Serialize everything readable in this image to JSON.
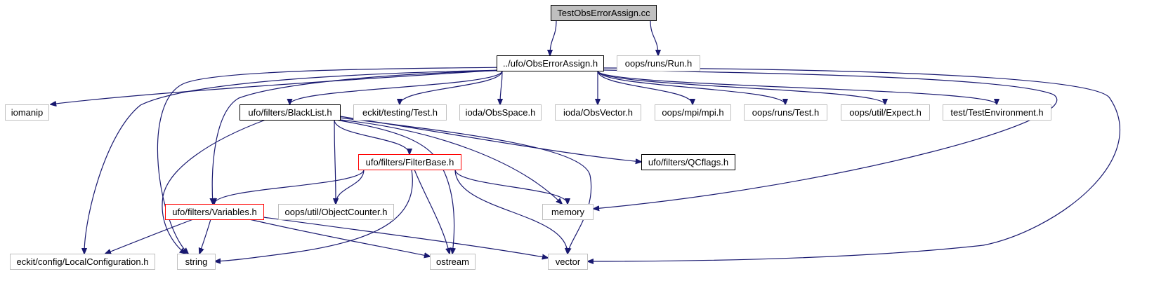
{
  "colors": {
    "edge": "#191970",
    "root_fill": "#bfbfbf",
    "documented_border": "#000000",
    "undocumented_border": "#bfbfbf",
    "incomplete_border": "#ff0000"
  },
  "nodes": [
    {
      "id": "root",
      "label": "TestObsErrorAssign.cc",
      "style": "root"
    },
    {
      "id": "obserrorassign",
      "label": "../ufo/ObsErrorAssign.h",
      "style": "documented"
    },
    {
      "id": "runs_run",
      "label": "oops/runs/Run.h",
      "style": "undocumented"
    },
    {
      "id": "iomanip",
      "label": "iomanip",
      "style": "undocumented"
    },
    {
      "id": "blacklist",
      "label": "ufo/filters/BlackList.h",
      "style": "documented"
    },
    {
      "id": "eckit_test",
      "label": "eckit/testing/Test.h",
      "style": "undocumented"
    },
    {
      "id": "obsspace",
      "label": "ioda/ObsSpace.h",
      "style": "undocumented"
    },
    {
      "id": "obsvector",
      "label": "ioda/ObsVector.h",
      "style": "undocumented"
    },
    {
      "id": "mpi",
      "label": "oops/mpi/mpi.h",
      "style": "undocumented"
    },
    {
      "id": "runs_test",
      "label": "oops/runs/Test.h",
      "style": "undocumented"
    },
    {
      "id": "expect",
      "label": "oops/util/Expect.h",
      "style": "undocumented"
    },
    {
      "id": "testenv",
      "label": "test/TestEnvironment.h",
      "style": "undocumented"
    },
    {
      "id": "filterbase",
      "label": "ufo/filters/FilterBase.h",
      "style": "incomplete"
    },
    {
      "id": "qcflags",
      "label": "ufo/filters/QCflags.h",
      "style": "documented"
    },
    {
      "id": "variables",
      "label": "ufo/filters/Variables.h",
      "style": "incomplete"
    },
    {
      "id": "objcounter",
      "label": "oops/util/ObjectCounter.h",
      "style": "undocumented"
    },
    {
      "id": "memory",
      "label": "memory",
      "style": "undocumented"
    },
    {
      "id": "localconf",
      "label": "eckit/config/LocalConfiguration.h",
      "style": "undocumented"
    },
    {
      "id": "string",
      "label": "string",
      "style": "undocumented"
    },
    {
      "id": "ostream",
      "label": "ostream",
      "style": "undocumented"
    },
    {
      "id": "vector",
      "label": "vector",
      "style": "undocumented"
    }
  ],
  "edges": [
    [
      "root",
      "obserrorassign"
    ],
    [
      "root",
      "runs_run"
    ],
    [
      "obserrorassign",
      "iomanip"
    ],
    [
      "obserrorassign",
      "blacklist"
    ],
    [
      "obserrorassign",
      "eckit_test"
    ],
    [
      "obserrorassign",
      "obsspace"
    ],
    [
      "obserrorassign",
      "obsvector"
    ],
    [
      "obserrorassign",
      "mpi"
    ],
    [
      "obserrorassign",
      "runs_test"
    ],
    [
      "obserrorassign",
      "expect"
    ],
    [
      "obserrorassign",
      "testenv"
    ],
    [
      "obserrorassign",
      "localconf"
    ],
    [
      "obserrorassign",
      "string"
    ],
    [
      "obserrorassign",
      "variables"
    ],
    [
      "obserrorassign",
      "memory"
    ],
    [
      "obserrorassign",
      "vector"
    ],
    [
      "blacklist",
      "string"
    ],
    [
      "blacklist",
      "objcounter"
    ],
    [
      "blacklist",
      "filterbase"
    ],
    [
      "blacklist",
      "ostream"
    ],
    [
      "blacklist",
      "memory"
    ],
    [
      "blacklist",
      "vector"
    ],
    [
      "blacklist",
      "qcflags"
    ],
    [
      "filterbase",
      "variables"
    ],
    [
      "filterbase",
      "objcounter"
    ],
    [
      "filterbase",
      "string"
    ],
    [
      "filterbase",
      "ostream"
    ],
    [
      "filterbase",
      "memory"
    ],
    [
      "filterbase",
      "vector"
    ],
    [
      "variables",
      "localconf"
    ],
    [
      "variables",
      "string"
    ],
    [
      "variables",
      "ostream"
    ],
    [
      "variables",
      "vector"
    ]
  ]
}
